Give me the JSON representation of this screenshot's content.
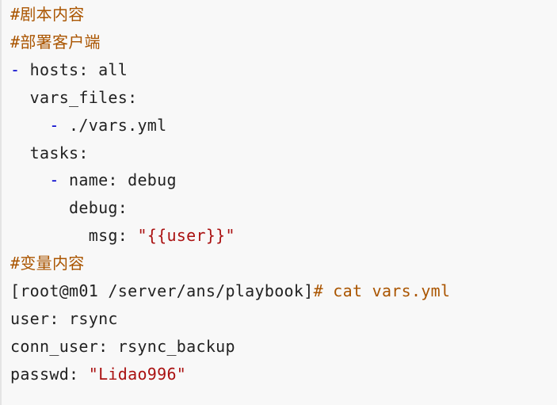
{
  "code_lines": [
    [
      {
        "t": "#剧本内容",
        "c": "comment"
      }
    ],
    [
      {
        "t": "#部署客户端",
        "c": "comment"
      }
    ],
    [
      {
        "t": "-",
        "c": "dash"
      },
      {
        "t": " hosts: all",
        "c": "plain"
      }
    ],
    [
      {
        "t": "  vars_files:",
        "c": "plain"
      }
    ],
    [
      {
        "t": "    ",
        "c": "plain"
      },
      {
        "t": "-",
        "c": "dash"
      },
      {
        "t": " ./vars.yml",
        "c": "plain"
      }
    ],
    [
      {
        "t": "  tasks:",
        "c": "plain"
      }
    ],
    [
      {
        "t": "    ",
        "c": "plain"
      },
      {
        "t": "-",
        "c": "dash"
      },
      {
        "t": " name: debug",
        "c": "plain"
      }
    ],
    [
      {
        "t": "      debug:",
        "c": "plain"
      }
    ],
    [
      {
        "t": "        msg: ",
        "c": "plain"
      },
      {
        "t": "\"{{user}}\"",
        "c": "str"
      }
    ],
    [
      {
        "t": "#变量内容",
        "c": "comment"
      }
    ],
    [
      {
        "t": "[root@m01 /server/ans/playbook]",
        "c": "plain"
      },
      {
        "t": "# cat vars.yml",
        "c": "comment"
      }
    ],
    [
      {
        "t": "user: rsync",
        "c": "plain"
      }
    ],
    [
      {
        "t": "conn_user: rsync_backup",
        "c": "plain"
      }
    ],
    [
      {
        "t": "passwd: ",
        "c": "plain"
      },
      {
        "t": "\"Lidao996\"",
        "c": "str"
      }
    ]
  ]
}
